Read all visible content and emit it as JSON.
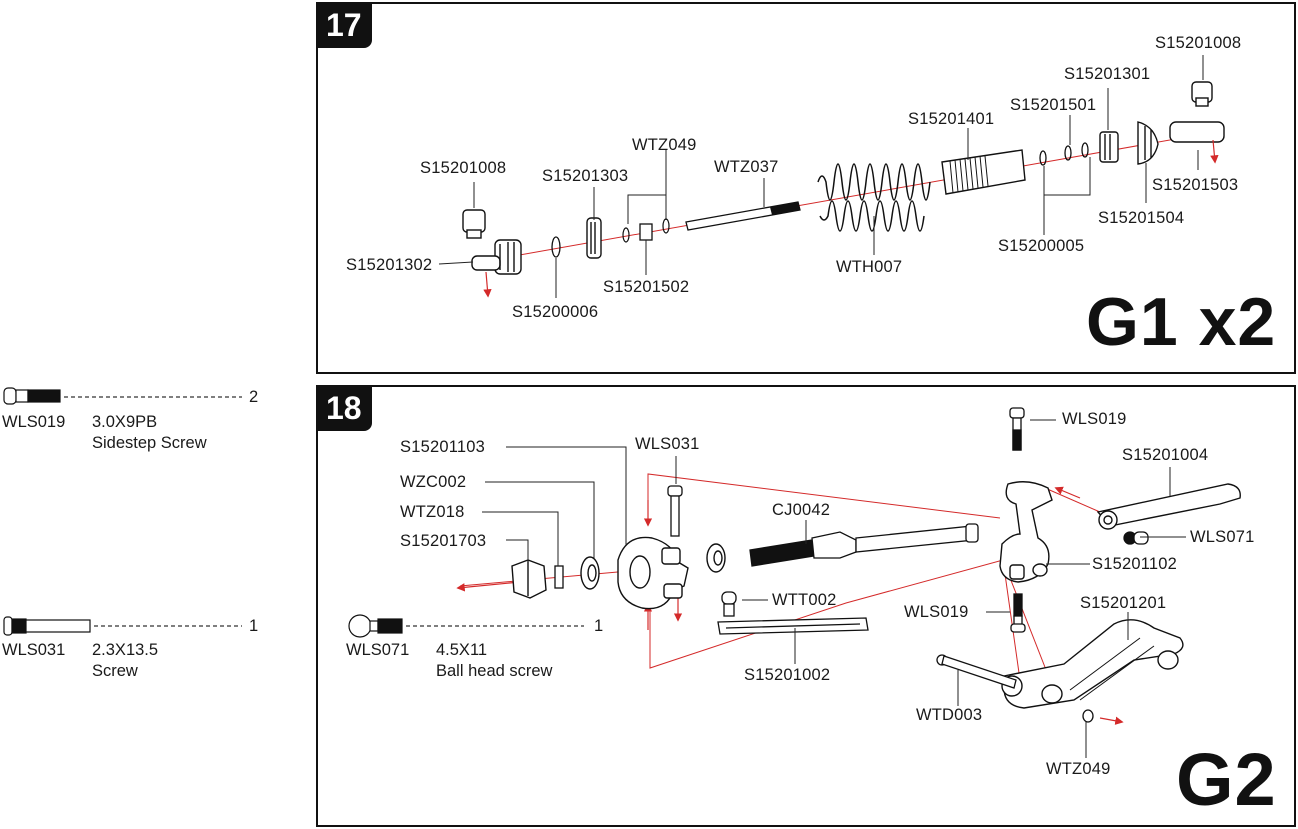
{
  "step17": {
    "number": "17",
    "group": "G1 x2",
    "labels": {
      "s15201008_top": "S15201008",
      "s15201301": "S15201301",
      "s15201501": "S15201501",
      "s15201401": "S15201401",
      "wtz049": "WTZ049",
      "wtz037": "WTZ037",
      "s15201008_left": "S15201008",
      "s15201303": "S15201303",
      "s15201503": "S15201503",
      "s15201504": "S15201504",
      "s15200005": "S15200005",
      "wth007": "WTH007",
      "s15201302": "S15201302",
      "s15201502": "S15201502",
      "s15200006": "S15200006"
    }
  },
  "step18": {
    "number": "18",
    "group": "G2",
    "labels": {
      "wls019_top": "WLS019",
      "s15201004": "S15201004",
      "s15201103": "S15201103",
      "wls031": "WLS031",
      "wzc002": "WZC002",
      "cj0042": "CJ0042",
      "wls071": "WLS071",
      "wtz018": "WTZ018",
      "s15201703": "S15201703",
      "s15201102": "S15201102",
      "wtt002": "WTT002",
      "s15201201": "S15201201",
      "wls019_mid": "WLS019",
      "s15201002": "S15201002",
      "wtd003": "WTD003",
      "wtz049": "WTZ049"
    }
  },
  "hardware": [
    {
      "code": "WLS019",
      "size": "3.0X9PB",
      "desc": "Sidestep Screw",
      "qty": "2"
    },
    {
      "code": "WLS031",
      "size": "2.3X13.5",
      "desc": "Screw",
      "qty": "1"
    },
    {
      "code": "WLS071",
      "size": "4.5X11",
      "desc": "Ball head screw",
      "qty": "1"
    }
  ],
  "colors": {
    "accent_red": "#d42a2a",
    "ink": "#111111"
  }
}
